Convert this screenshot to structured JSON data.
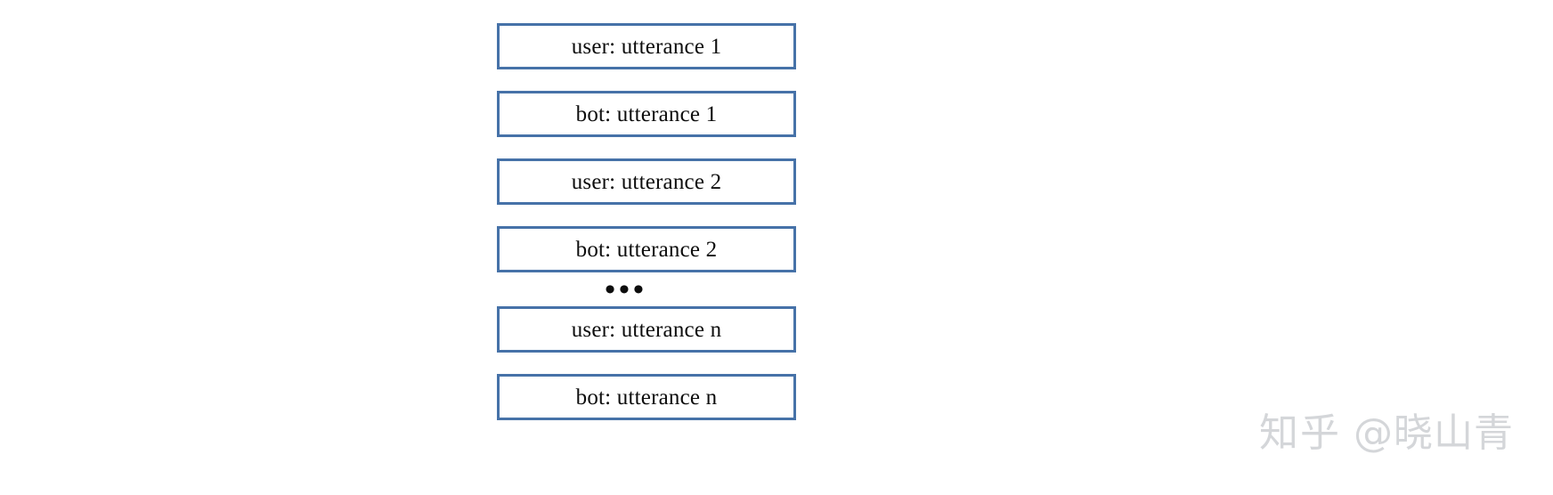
{
  "figure": {
    "type": "dialogue-sequence-diagram",
    "box_border_color": "#4672a8",
    "box_fill_color": "#ffffff",
    "text_color": "#0d0d0d",
    "background_color": "#ffffff"
  },
  "dialogue": {
    "turns": [
      {
        "speaker": "user",
        "label": "user: utterance 1"
      },
      {
        "speaker": "bot",
        "label": "bot: utterance 1"
      },
      {
        "speaker": "user",
        "label": "user: utterance 2"
      },
      {
        "speaker": "bot",
        "label": "bot: utterance 2"
      }
    ],
    "continuation": "•••",
    "final_turns": [
      {
        "speaker": "user",
        "label": "user: utterance n"
      },
      {
        "speaker": "bot",
        "label": "bot: utterance n"
      }
    ]
  },
  "watermark": {
    "brand": "知乎",
    "handle": "@晓山青",
    "color": "#d4d6d9"
  }
}
